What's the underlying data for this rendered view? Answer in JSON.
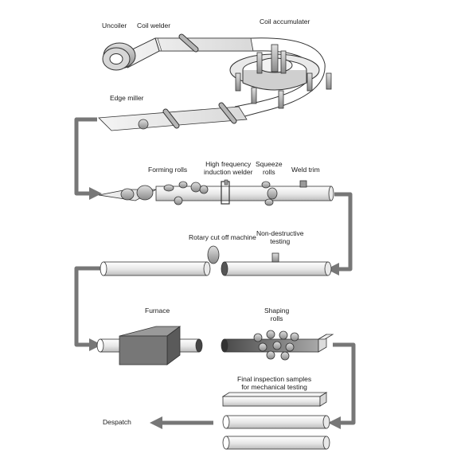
{
  "title": "",
  "labels": {
    "uncoiler": "Uncoiler",
    "coil_welder": "Coil welder",
    "coil_accumulator": "Coil accumulater",
    "edge_miller": "Edge miller",
    "forming_rolls": "Forming rolls",
    "hf_welder": "High frequency\ninduction welder",
    "squeeze_rolls": "Squeeze\nrolls",
    "weld_trim": "Weld trim",
    "rotary_cut_off": "Rotary cut off machine",
    "ndt": "Non-destructive\ntesting",
    "furnace": "Furnace",
    "shaping_rolls": "Shaping\nrolls",
    "final_inspection": "Final inspection samples\nfor mechanical testing",
    "despatch": "Despatch"
  },
  "colors": {
    "flow_arrow": "#777777",
    "steel_light": "#f2f2f2",
    "steel_mid": "#c8c8c8",
    "steel_dark": "#8f8f8f",
    "outline": "#333333",
    "furnace_body": "#6e6e6e",
    "hot_pipe": "#555555"
  }
}
